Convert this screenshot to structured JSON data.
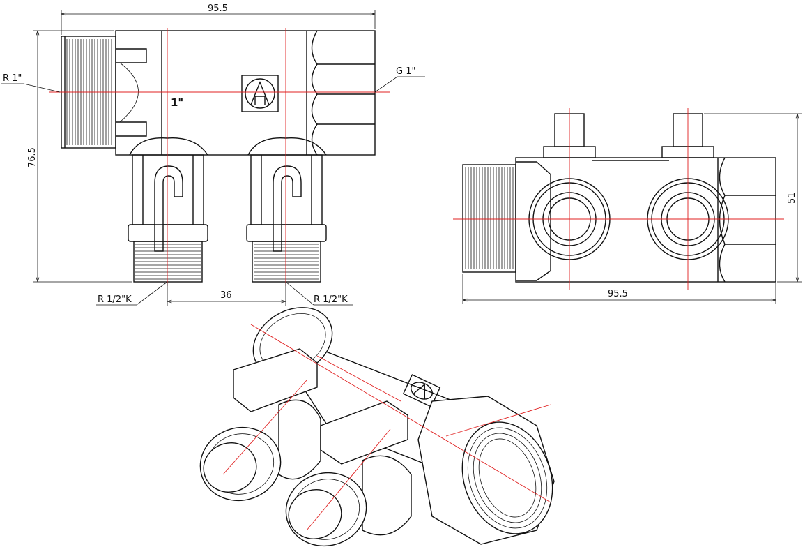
{
  "drawing": {
    "front_view": {
      "overall_length": "95.5",
      "overall_height": "76.5",
      "outlet_spacing": "36",
      "inlet_thread": "R 1\"",
      "outlet_thread_left": "R 1/2\"K",
      "outlet_thread_right": "R 1/2\"K",
      "female_thread": "G 1\"",
      "body_marking": "1\""
    },
    "top_view": {
      "overall_length": "95.5",
      "height": "51"
    },
    "colors": {
      "lines": "#111111",
      "centerlines": "#e02020",
      "background": "#ffffff"
    }
  }
}
